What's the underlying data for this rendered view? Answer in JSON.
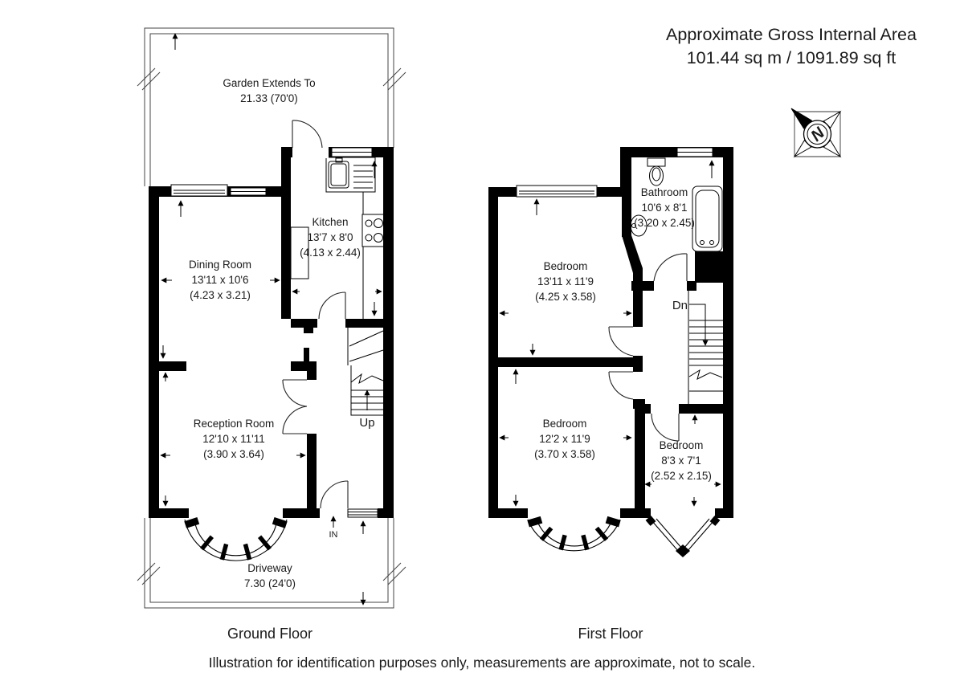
{
  "title": {
    "line1": "Approximate Gross Internal Area",
    "line2": "101.44 sq m / 1091.89 sq ft"
  },
  "compass": {
    "north_label": "N"
  },
  "ground_floor": {
    "label": "Ground Floor",
    "garden": {
      "name": "Garden Extends To",
      "dim": "21.33 (70'0)"
    },
    "kitchen": {
      "name": "Kitchen",
      "imperial": "13'7 x 8'0",
      "metric": "(4.13 x 2.44)"
    },
    "dining_room": {
      "name": "Dining Room",
      "imperial": "13'11 x 10'6",
      "metric": "(4.23 x 3.21)"
    },
    "reception_room": {
      "name": "Reception Room",
      "imperial": "12'10 x 11'11",
      "metric": "(3.90 x 3.64)"
    },
    "driveway": {
      "name": "Driveway",
      "dim": "7.30 (24'0)"
    },
    "stairs_label": "Up",
    "entrance_label": "IN"
  },
  "first_floor": {
    "label": "First Floor",
    "bathroom": {
      "name": "Bathroom",
      "imperial": "10'6 x 8'1",
      "metric": "(3.20 x 2.45)"
    },
    "bedroom_1": {
      "name": "Bedroom",
      "imperial": "13'11 x 11'9",
      "metric": "(4.25 x 3.58)"
    },
    "bedroom_2": {
      "name": "Bedroom",
      "imperial": "12'2 x 11'9",
      "metric": "(3.70 x 3.58)"
    },
    "bedroom_3": {
      "name": "Bedroom",
      "imperial": "8'3 x 7'1",
      "metric": "(2.52 x 2.15)"
    },
    "stairs_label": "Dn"
  },
  "footer": {
    "disclaimer": "Illustration for identification purposes only, measurements are approximate, not to scale."
  }
}
